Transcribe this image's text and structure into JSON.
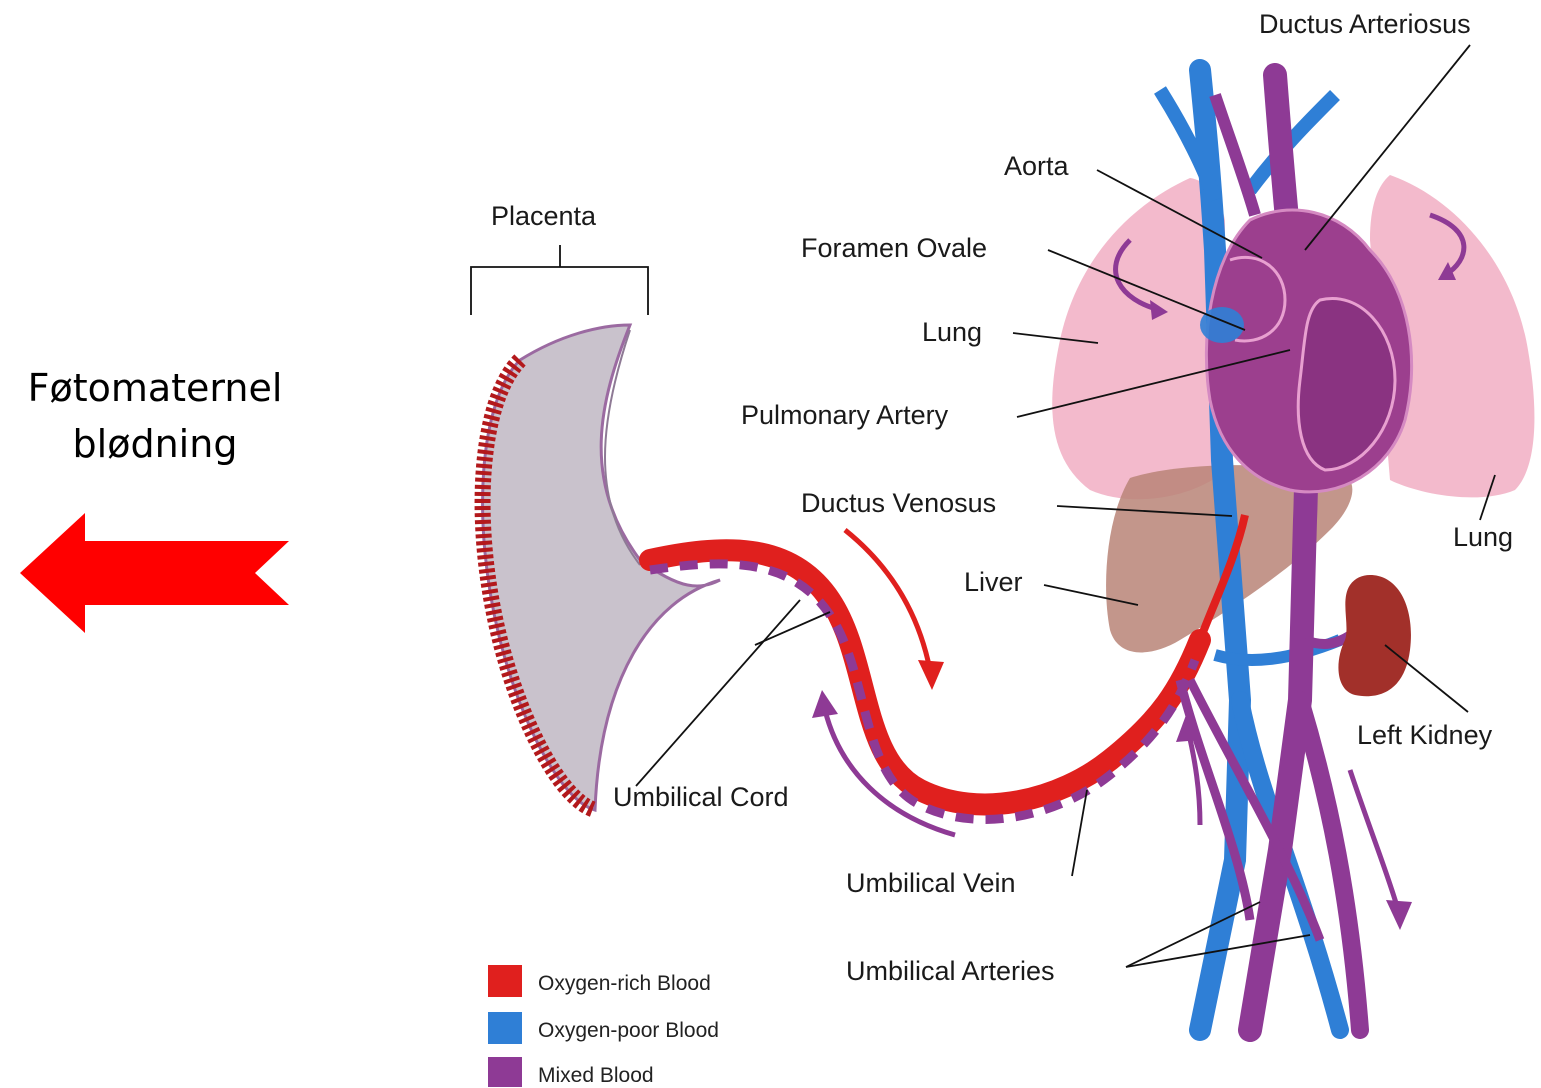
{
  "title": {
    "line1": "Føtomaternel",
    "line2": "blødning"
  },
  "labels": {
    "ductus_arteriosus": "Ductus Arteriosus",
    "aorta": "Aorta",
    "placenta": "Placenta",
    "foramen_ovale": "Foramen Ovale",
    "lung_left": "Lung",
    "pulmonary_artery": "Pulmonary Artery",
    "ductus_venosus": "Ductus Venosus",
    "lung_right": "Lung",
    "liver": "Liver",
    "left_kidney": "Left Kidney",
    "umbilical_cord": "Umbilical Cord",
    "umbilical_vein": "Umbilical Vein",
    "umbilical_arteries": "Umbilical Arteries"
  },
  "legend": [
    {
      "label": "Oxygen-rich Blood",
      "color": "#e0201e"
    },
    {
      "label": "Oxygen-poor Blood",
      "color": "#2f7fd6"
    },
    {
      "label": "Mixed Blood",
      "color": "#8e3a95"
    }
  ],
  "colors": {
    "arrow": "#ff0000",
    "oxygen_rich": "#e0201e",
    "oxygen_poor": "#2f7fd6",
    "mixed": "#8e3a95",
    "lung": "#f2b3c6",
    "liver": "#b98477",
    "kidney": "#a2302a"
  },
  "icons": [
    "red-left-arrow-icon"
  ]
}
